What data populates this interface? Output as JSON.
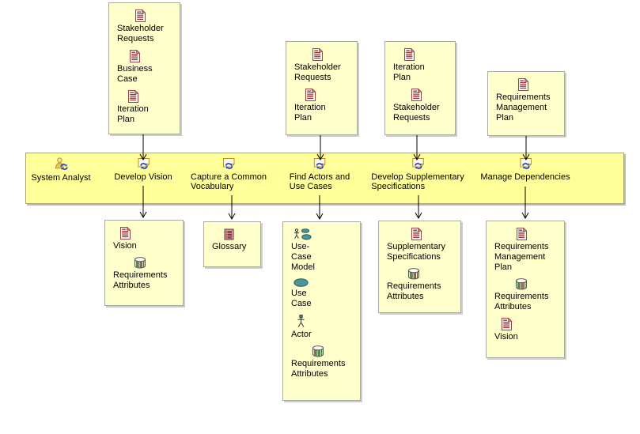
{
  "band": {
    "role": {
      "label": "System Analyst",
      "icon": "role-icon"
    },
    "activities": [
      {
        "label": "Develop Vision",
        "icon": "activity-icon"
      },
      {
        "label": "Capture a Common\nVocabulary",
        "icon": "activity-icon"
      },
      {
        "label": "Find Actors and\nUse Cases",
        "icon": "activity-icon"
      },
      {
        "label": "Develop Supplementary\nSpecifications",
        "icon": "activity-icon"
      },
      {
        "label": "Manage Dependencies",
        "icon": "activity-icon"
      }
    ]
  },
  "input_boxes": [
    {
      "feeds": "Develop Vision",
      "artifacts": [
        {
          "label": "Stakeholder\nRequests",
          "icon": "document"
        },
        {
          "label": "Business\nCase",
          "icon": "document"
        },
        {
          "label": "Iteration\nPlan",
          "icon": "document"
        }
      ]
    },
    {
      "feeds": "Find Actors and Use Cases",
      "artifacts": [
        {
          "label": "Stakeholder\nRequests",
          "icon": "document"
        },
        {
          "label": "Iteration\nPlan",
          "icon": "document"
        }
      ]
    },
    {
      "feeds": "Develop Supplementary Specifications",
      "artifacts": [
        {
          "label": "Iteration\nPlan",
          "icon": "document"
        },
        {
          "label": "Stakeholder\nRequests",
          "icon": "document"
        }
      ]
    },
    {
      "feeds": "Manage Dependencies",
      "artifacts": [
        {
          "label": "Requirements\nManagement\nPlan",
          "icon": "document"
        }
      ]
    }
  ],
  "output_boxes": [
    {
      "from": "Develop Vision",
      "artifacts": [
        {
          "label": "Vision",
          "icon": "document"
        },
        {
          "label": "Requirements\nAttributes",
          "icon": "repository"
        }
      ]
    },
    {
      "from": "Capture a Common Vocabulary",
      "artifacts": [
        {
          "label": "Glossary",
          "icon": "glossary"
        }
      ]
    },
    {
      "from": "Find Actors and Use Cases",
      "artifacts": [
        {
          "label": "Use-\nCase\nModel",
          "icon": "use-case-model"
        },
        {
          "label": "Use\nCase",
          "icon": "use-case"
        },
        {
          "label": "Actor",
          "icon": "actor"
        },
        {
          "label": "Requirements\nAttributes",
          "icon": "repository"
        }
      ]
    },
    {
      "from": "Develop Supplementary Specifications",
      "artifacts": [
        {
          "label": "Supplementary\nSpecifications",
          "icon": "document"
        },
        {
          "label": "Requirements\nAttributes",
          "icon": "repository"
        }
      ]
    },
    {
      "from": "Manage Dependencies",
      "artifacts": [
        {
          "label": "Requirements\nManagement\nPlan",
          "icon": "document"
        },
        {
          "label": "Requirements\nAttributes",
          "icon": "repository"
        },
        {
          "label": "Vision",
          "icon": "document"
        }
      ]
    }
  ],
  "colors": {
    "band_fill": "#ffff99",
    "box_fill": "#ffffcc",
    "arrow": "#000000",
    "doc_red": "#993333",
    "teal": "#4d9596",
    "gold": "#b8912f",
    "cycle_blue": "#1c3fc0"
  }
}
